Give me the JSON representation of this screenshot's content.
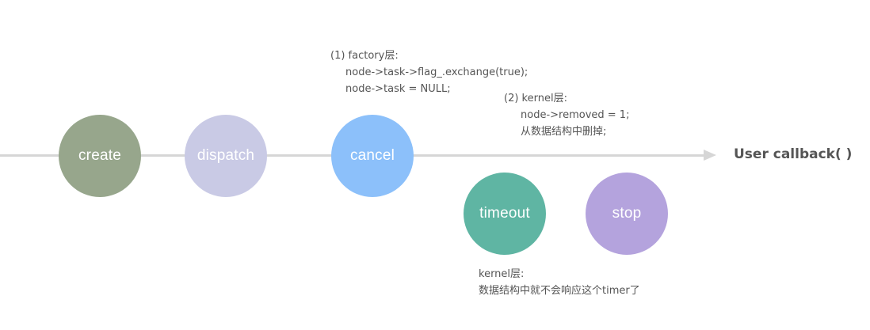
{
  "nodes": {
    "create": {
      "label": "create",
      "color": "#97a68c"
    },
    "dispatch": {
      "label": "dispatch",
      "color": "#c9cae5"
    },
    "cancel": {
      "label": "cancel",
      "color": "#8cc0fa"
    },
    "timeout": {
      "label": "timeout",
      "color": "#5fb5a3"
    },
    "stop": {
      "label": "stop",
      "color": "#b4a3dd"
    }
  },
  "notes": {
    "factory": {
      "title": "(1) factory层:",
      "lines": [
        "node->task->flag_.exchange(true);",
        "node->task = NULL;"
      ]
    },
    "kernel": {
      "title": "(2) kernel层:",
      "lines": [
        "node->removed = 1;",
        "从数据结构中删掉;"
      ]
    },
    "timeout": {
      "title": "kernel层:",
      "lines": [
        "数据结构中就不会响应这个timer了"
      ]
    }
  },
  "end_label": "User callback( )",
  "colors": {
    "timeline": "#d6d6d6",
    "text": "#555555"
  }
}
